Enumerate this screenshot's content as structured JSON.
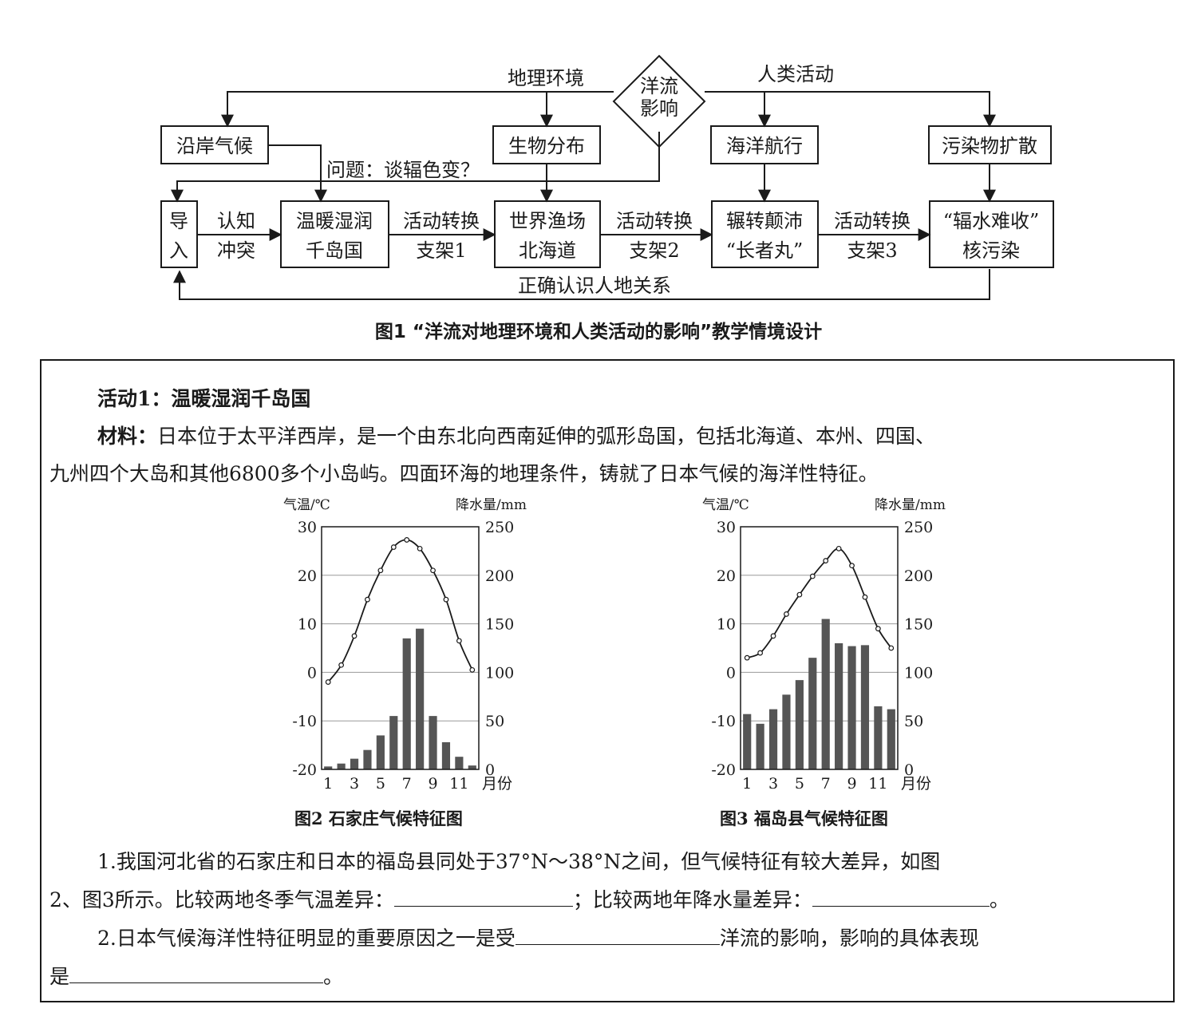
{
  "flowchart": {
    "center": {
      "line1": "洋流",
      "line2": "影响"
    },
    "branch_left_label": "地理环境",
    "branch_right_label": "人类活动",
    "top_boxes": {
      "coastal_climate": "沿岸气候",
      "bio_distribution": "生物分布",
      "ocean_navigation": "海洋航行",
      "pollutant_spread": "污染物扩散"
    },
    "question_label": "问题：谈辐色变？",
    "intro": {
      "line1": "导",
      "line2": "入"
    },
    "cognitive_conflict": {
      "line1": "认知",
      "line2": "冲突"
    },
    "warm_humid": {
      "line1": "温暖湿润",
      "line2": "千岛国"
    },
    "scaffold1": {
      "line1": "活动转换",
      "line2": "支架1"
    },
    "fishery": {
      "line1": "世界渔场",
      "line2": "北海道"
    },
    "scaffold2": {
      "line1": "活动转换",
      "line2": "支架2"
    },
    "wandering": {
      "line1": "辗转颠沛",
      "line2": "“长者丸”"
    },
    "scaffold3": {
      "line1": "活动转换",
      "line2": "支架3"
    },
    "nuclear": {
      "line1": "“辐水难收”",
      "line2": "核污染"
    },
    "bottom_label": "正确认识人地关系"
  },
  "figure1_caption": "图1 “洋流对地理环境和人类活动的影响”教学情境设计",
  "activity": {
    "title": "活动1：温暖湿润千岛国",
    "material_label": "材料：",
    "material_line1": "日本位于太平洋西岸，是一个由东北向西南延伸的弧形岛国，包括北海道、本州、四国、",
    "material_line2": "九州四个大岛和其他6800多个小岛屿。四面环海的地理条件，铸就了日本气候的海洋性特征。",
    "q1_line1": "1.我国河北省的石家庄和日本的福岛县同处于37°N～38°N之间，但气候特征有较大差异，如图",
    "q1_line2a": "2、图3所示。比较两地冬季气温差异：",
    "q1_line2b": "；比较两地年降水量差异：",
    "q1_line2c": "。",
    "q2_line1a": "2.日本气候海洋性特征明显的重要原因之一是受",
    "q2_line1b": "洋流的影响，影响的具体表现",
    "q2_line2a": "是",
    "q2_line2b": "。"
  },
  "chart_data": [
    {
      "type": "bar+line",
      "title": "图2 石家庄气候特征图",
      "ylabel_left": "气温/℃",
      "ylabel_right": "降水量/mm",
      "xlabel": "月份",
      "x_ticks": [
        "1",
        "3",
        "5",
        "7",
        "9",
        "11"
      ],
      "ylim_left": [
        -20,
        30
      ],
      "ylim_right": [
        0,
        250
      ],
      "y_ticks_left": [
        "30",
        "20",
        "10",
        "0",
        "-10",
        "-20"
      ],
      "y_ticks_right": [
        "250",
        "200",
        "150",
        "100",
        "50",
        "0"
      ],
      "months": [
        1,
        2,
        3,
        4,
        5,
        6,
        7,
        8,
        9,
        10,
        11,
        12
      ],
      "precipitation": [
        3,
        6,
        11,
        20,
        35,
        55,
        135,
        145,
        55,
        28,
        13,
        4
      ],
      "temperature": [
        -2.0,
        1.5,
        7.5,
        15.0,
        21.0,
        25.8,
        27.3,
        25.5,
        21.0,
        15.0,
        6.5,
        0.5
      ],
      "grid": true
    },
    {
      "type": "bar+line",
      "title": "图3 福岛县气候特征图",
      "ylabel_left": "气温/℃",
      "ylabel_right": "降水量/mm",
      "xlabel": "月份",
      "x_ticks": [
        "1",
        "3",
        "5",
        "7",
        "9",
        "11"
      ],
      "ylim_left": [
        -20,
        30
      ],
      "ylim_right": [
        0,
        250
      ],
      "y_ticks_left": [
        "30",
        "20",
        "10",
        "0",
        "-10",
        "-20"
      ],
      "y_ticks_right": [
        "250",
        "200",
        "150",
        "100",
        "50",
        "0"
      ],
      "months": [
        1,
        2,
        3,
        4,
        5,
        6,
        7,
        8,
        9,
        10,
        11,
        12
      ],
      "precipitation": [
        57,
        47,
        62,
        77,
        92,
        115,
        155,
        130,
        127,
        128,
        65,
        62
      ],
      "temperature": [
        3.0,
        4.0,
        7.5,
        12.0,
        16.0,
        19.8,
        23.0,
        25.5,
        22.0,
        15.5,
        9.0,
        5.0
      ],
      "grid": true
    }
  ]
}
